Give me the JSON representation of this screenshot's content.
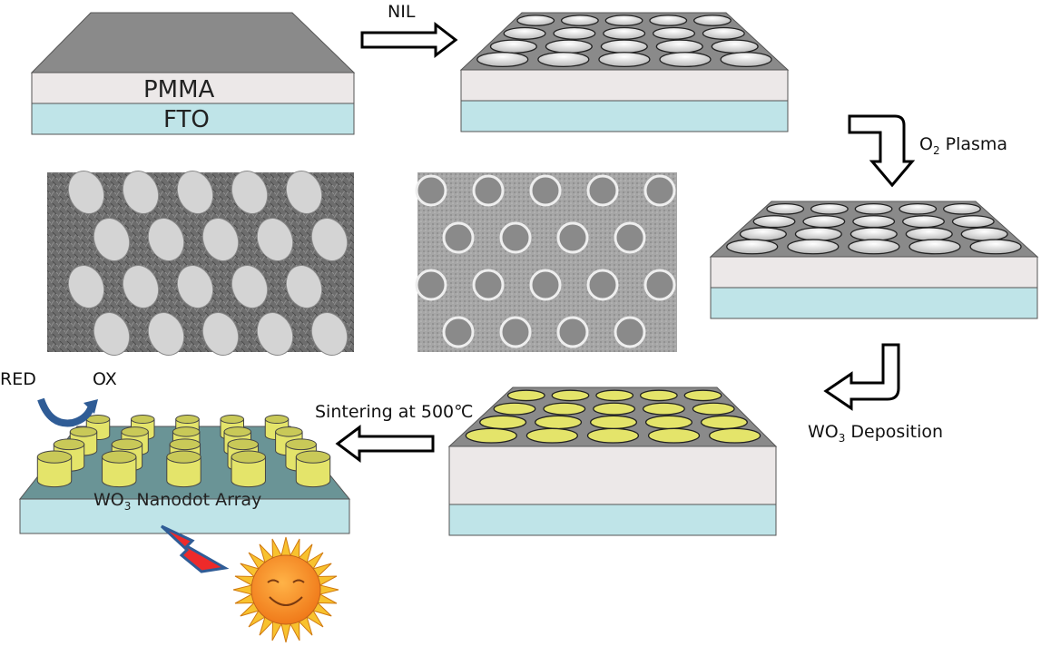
{
  "labels": {
    "pmma": "PMMA",
    "fto": "FTO",
    "nil": "NIL",
    "o2_main": "O",
    "o2_sub": "2",
    "o2_rest": " Plasma",
    "wo3_dep_main": "WO",
    "wo3_dep_sub": "3",
    "wo3_dep_rest": " Deposition",
    "sintering": "Sintering at 500℃",
    "red": "RED",
    "ox": "OX",
    "array_main": "WO",
    "array_sub": "3",
    "array_rest": " Nanodot Array"
  },
  "colors": {
    "top_gray": "#8a8a8a",
    "pmma_white": "#ece8e8",
    "fto_cyan": "#bfe4e8",
    "wo3_yellow": "#e4e46a",
    "redox_arrow": "#2f5c96",
    "sun": "#f59a2a"
  }
}
